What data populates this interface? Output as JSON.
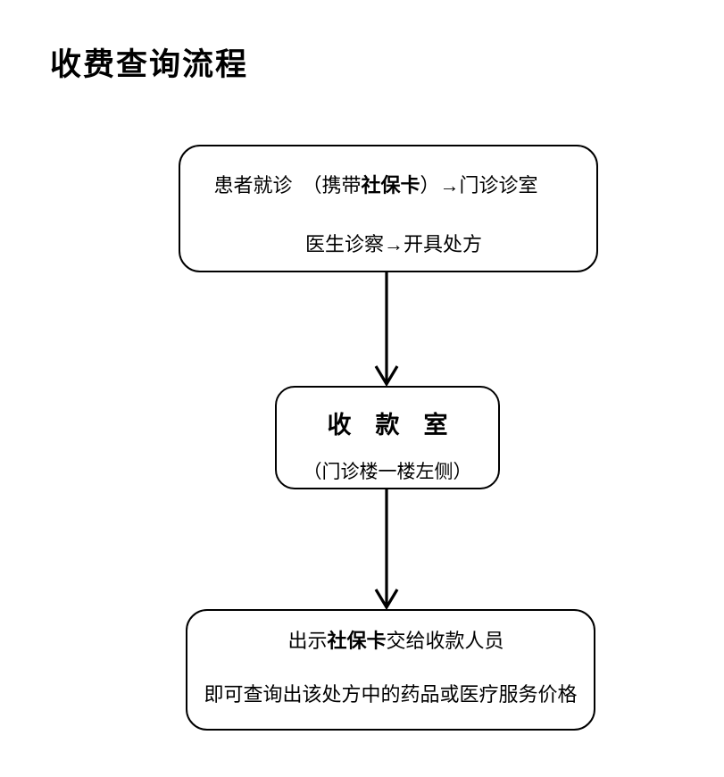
{
  "title": "收费查询流程",
  "colors": {
    "ink": "#000000",
    "background": "#ffffff"
  },
  "flow": {
    "step1": {
      "line1_pre": "患者就诊　（携带",
      "line1_bold": "社保卡",
      "line1_post": "）→门诊诊室",
      "line2": "医生诊察→开具处方"
    },
    "step2": {
      "title": "收　款　室",
      "subtitle": "（门诊楼一楼左侧）"
    },
    "step3": {
      "line1_pre": "出示",
      "line1_bold": "社保卡",
      "line1_post": "交给收款人员",
      "line2": "即可查询出该处方中的药品或医疗服务价格"
    }
  }
}
